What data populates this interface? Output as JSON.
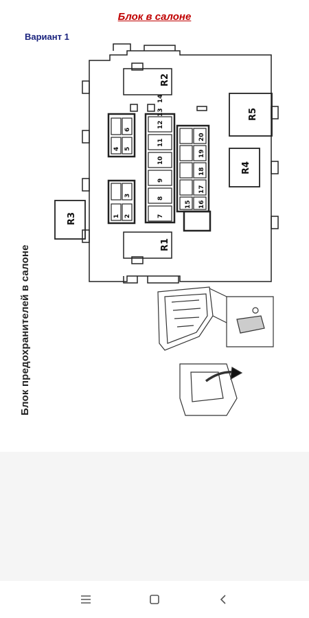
{
  "header": {
    "title": "Блок в салоне",
    "variant": "Вариант 1"
  },
  "diagram": {
    "caption": "Блок предохранителей в салоне",
    "relays": [
      "R1",
      "R2",
      "R3",
      "R4",
      "R5"
    ],
    "fuses": [
      "1",
      "2",
      "3",
      "4",
      "5",
      "6",
      "7",
      "8",
      "9",
      "10",
      "11",
      "12",
      "13",
      "14",
      "15",
      "16",
      "17",
      "18",
      "19",
      "20"
    ]
  },
  "navbar": {
    "icons": [
      "menu-icon",
      "home-icon",
      "back-icon"
    ]
  }
}
